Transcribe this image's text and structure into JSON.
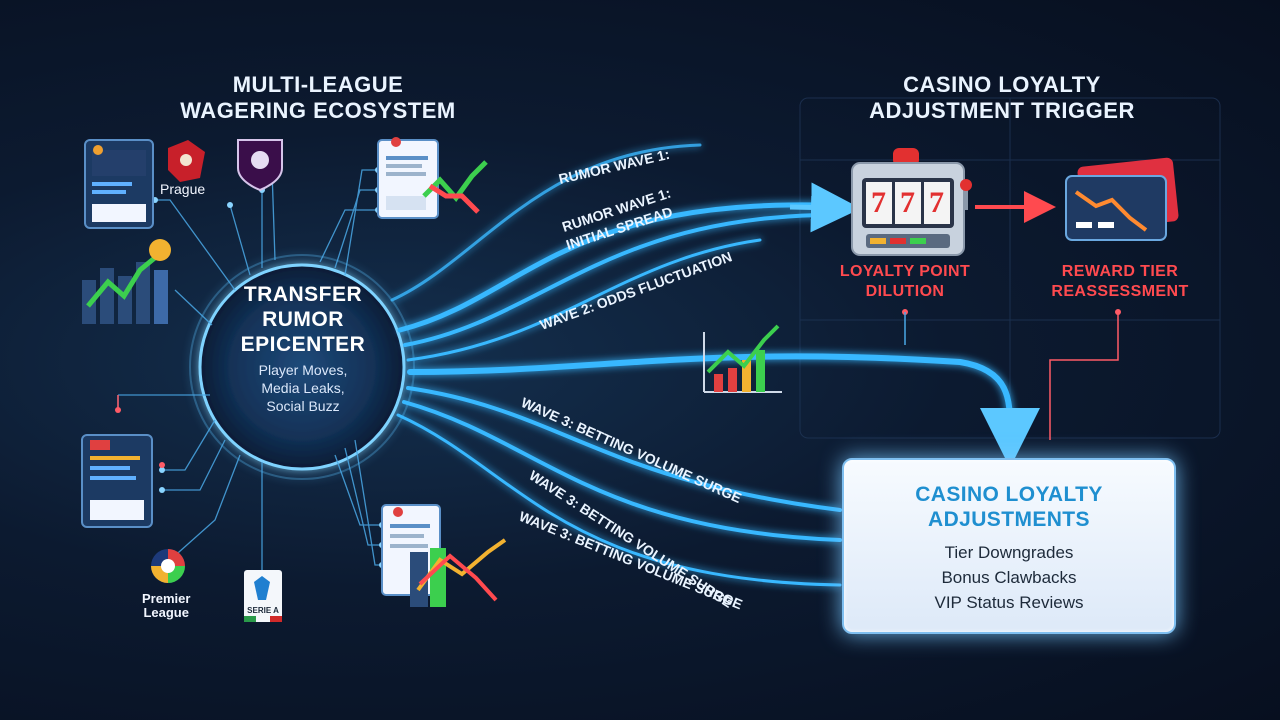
{
  "left_heading": [
    "MULTI-LEAGUE",
    "WAGERING ECOSYSTEM"
  ],
  "right_heading": [
    "CASINO LOYALTY",
    "ADJUSTMENT TRIGGER"
  ],
  "epicenter": {
    "title": [
      "TRANSFER",
      "RUMOR",
      "EPICENTER"
    ],
    "subtitle": [
      "Player Moves,",
      "Media Leaks,",
      "Social Buzz"
    ]
  },
  "waves": [
    {
      "label": "RUMOR WAVE 1:"
    },
    {
      "label": "RUMOR WAVE 1: INITIAL SPREAD"
    },
    {
      "label": "WAVE 2: ODDS FLUCTUATION"
    },
    {
      "label": "WAVE 3: BETTING VOLUME SURGE"
    },
    {
      "label": "WAVE 3: BETTING VOLUME SURGE"
    },
    {
      "label": "WAVE 3: BETTING VOLUME SURGE"
    }
  ],
  "loyalty_point": [
    "LOYALTY POINT",
    "DILUTION"
  ],
  "reward_tier": [
    "REWARD TIER",
    "REASSESSMENT"
  ],
  "adjustments": {
    "title": [
      "CASINO LOYALTY",
      "ADJUSTMENTS"
    ],
    "items": [
      "Tier Downgrades",
      "Bonus Clawbacks",
      "VIP Status Reviews"
    ]
  },
  "logos": {
    "prague": "Prague",
    "premier": [
      "Premier",
      "League"
    ],
    "seriea": "SERIE A"
  },
  "slot_digits": [
    "7",
    "7",
    "7"
  ],
  "colors": {
    "flow": "#39b8ff",
    "red": "#ff4a4f",
    "green": "#3ccf4e",
    "accent_blue": "#1f8fd0"
  }
}
